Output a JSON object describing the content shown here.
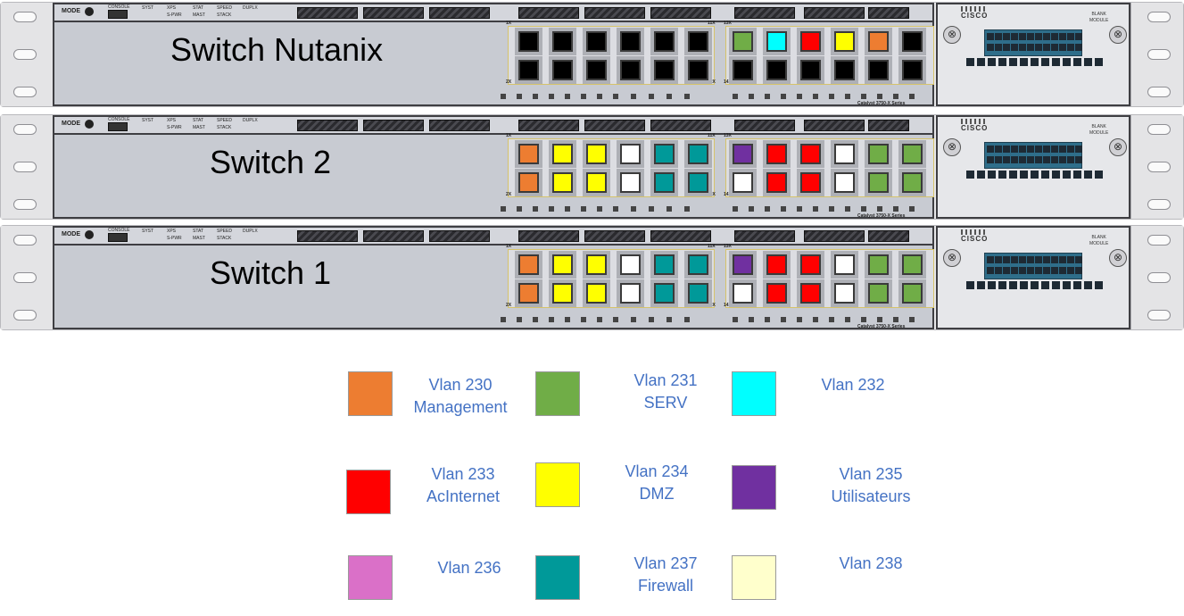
{
  "switches": [
    {
      "name": "Switch Nutanix",
      "catalyst": "",
      "top_left": "1X",
      "top_mid": "11X",
      "bot_left": "2X",
      "bot_mid": "12X",
      "top_mid2": "13X",
      "bot_mid2": "14X",
      "ports_top": [
        "#000000",
        "#000000",
        "#000000",
        "#000000",
        "#000000",
        "#000000",
        "#70ad47",
        "#00ffff",
        "#ff0000",
        "#ffff00",
        "#ed7d31",
        "#000000"
      ],
      "ports_bottom": [
        "#000000",
        "#000000",
        "#000000",
        "#000000",
        "#000000",
        "#000000",
        "#000000",
        "#000000",
        "#000000",
        "#000000",
        "#000000",
        "#000000"
      ]
    },
    {
      "name": "Switch 2",
      "catalyst": "Catalyst 3750-X Series",
      "top_left": "1X",
      "top_mid": "11X",
      "bot_left": "2X",
      "bot_mid": "12X",
      "top_mid2": "13X",
      "bot_mid2": "14X",
      "ports_top": [
        "#ed7d31",
        "#ffff00",
        "#ffff00",
        "#ffffff",
        "#009999",
        "#009999",
        "#7030a0",
        "#ff0000",
        "#ff0000",
        "#ffffff",
        "#70ad47",
        "#70ad47"
      ],
      "ports_bottom": [
        "#ed7d31",
        "#ffff00",
        "#ffff00",
        "#ffffff",
        "#009999",
        "#009999",
        "#ffffff",
        "#ff0000",
        "#ff0000",
        "#ffffff",
        "#70ad47",
        "#70ad47"
      ]
    },
    {
      "name": "Switch 1",
      "catalyst": "Catalyst 3750-X Series",
      "top_left": "1X",
      "top_mid": "11X",
      "bot_left": "2X",
      "bot_mid": "12X",
      "top_mid2": "13X",
      "bot_mid2": "14X",
      "ports_top": [
        "#ed7d31",
        "#ffff00",
        "#ffff00",
        "#ffffff",
        "#009999",
        "#009999",
        "#7030a0",
        "#ff0000",
        "#ff0000",
        "#ffffff",
        "#70ad47",
        "#70ad47"
      ],
      "ports_bottom": [
        "#ed7d31",
        "#ffff00",
        "#ffff00",
        "#ffffff",
        "#009999",
        "#009999",
        "#ffffff",
        "#ff0000",
        "#ff0000",
        "#ffffff",
        "#70ad47",
        "#70ad47"
      ]
    }
  ],
  "front_panel": {
    "mode": "MODE",
    "console": "CONSOLE",
    "led_labels": [
      "SYST",
      "XPS",
      "STAT",
      "SPEED",
      "DUPLX",
      "S-PWR",
      "MAST",
      "STACK"
    ]
  },
  "module": {
    "brand": "CISCO",
    "blank_line1": "BLANK",
    "blank_line2": "MODULE"
  },
  "first_catalyst": "Catalyst 3750-X Series",
  "legend": [
    {
      "vlan": "Vlan 230",
      "desc": "Management",
      "color": "#ed7d31"
    },
    {
      "vlan": "Vlan 231",
      "desc": "SERV",
      "color": "#70ad47"
    },
    {
      "vlan": "Vlan 232",
      "desc": "",
      "color": "#00ffff"
    },
    {
      "vlan": "Vlan 233",
      "desc": "AcInternet",
      "color": "#ff0000"
    },
    {
      "vlan": "Vlan 234",
      "desc": "DMZ",
      "color": "#ffff00"
    },
    {
      "vlan": "Vlan 235",
      "desc": "Utilisateurs",
      "color": "#7030a0"
    },
    {
      "vlan": "Vlan 236",
      "desc": "",
      "color": "#da70c8"
    },
    {
      "vlan": "Vlan 237",
      "desc": "Firewall",
      "color": "#009999"
    },
    {
      "vlan": "Vlan 238",
      "desc": "",
      "color": "#ffffcc"
    }
  ]
}
